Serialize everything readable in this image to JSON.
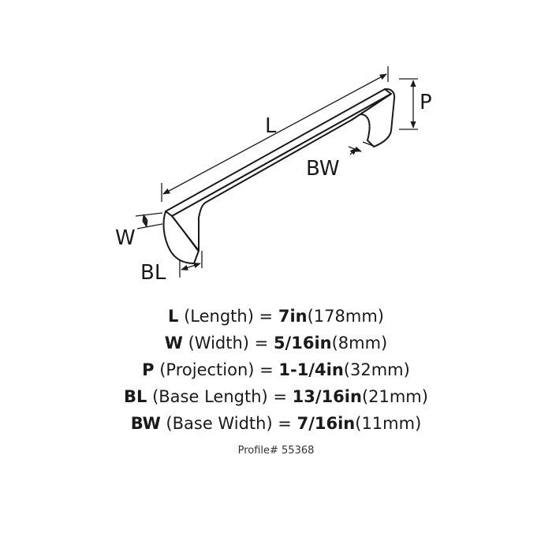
{
  "labels": {
    "L": "L",
    "P": "P",
    "BW": "BW",
    "W": "W",
    "BL": "BL"
  },
  "specs": [
    {
      "abbr": "L",
      "desc": " (Length) = ",
      "value": "7in",
      "metric": "(178mm)"
    },
    {
      "abbr": "W",
      "desc": " (Width) = ",
      "value": "5/16in",
      "metric": "(8mm)"
    },
    {
      "abbr": "P",
      "desc": " (Projection) = ",
      "value": "1-1/4in",
      "metric": "(32mm)"
    },
    {
      "abbr": "BL",
      "desc": " (Base Length) = ",
      "value": "13/16in",
      "metric": "(21mm)"
    },
    {
      "abbr": "BW",
      "desc": " (Base Width) = ",
      "value": "7/16in",
      "metric": "(11mm)"
    }
  ],
  "profile": "Profile# 55368",
  "colors": {
    "line": "#1a1a1a",
    "fill": "#ffffff"
  }
}
